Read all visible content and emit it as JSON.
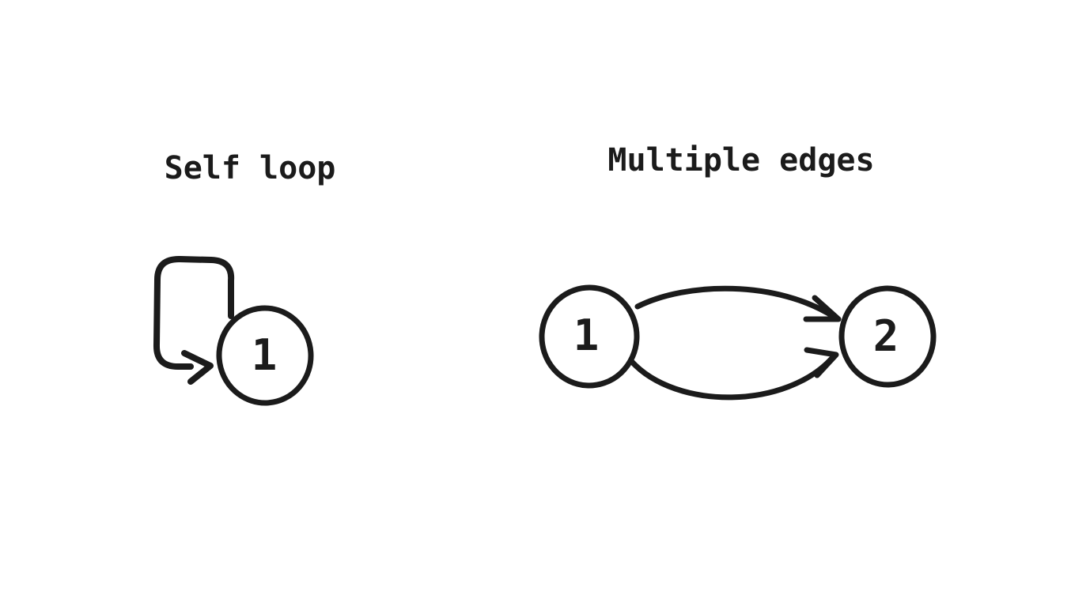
{
  "canvas": {
    "background": "#ffffff",
    "ink_color": "#1b1b1b"
  },
  "diagrams": [
    {
      "id": "self-loop",
      "title": "Self loop",
      "nodes": [
        {
          "label": "1"
        }
      ],
      "edges": [
        {
          "from": "1",
          "to": "1",
          "kind": "self-loop",
          "directed": true
        }
      ]
    },
    {
      "id": "multiple-edges",
      "title": "Multiple edges",
      "nodes": [
        {
          "label": "1"
        },
        {
          "label": "2"
        }
      ],
      "edges": [
        {
          "from": "1",
          "to": "2",
          "kind": "curved-top",
          "directed": true
        },
        {
          "from": "1",
          "to": "2",
          "kind": "curved-bottom",
          "directed": true
        }
      ]
    }
  ]
}
